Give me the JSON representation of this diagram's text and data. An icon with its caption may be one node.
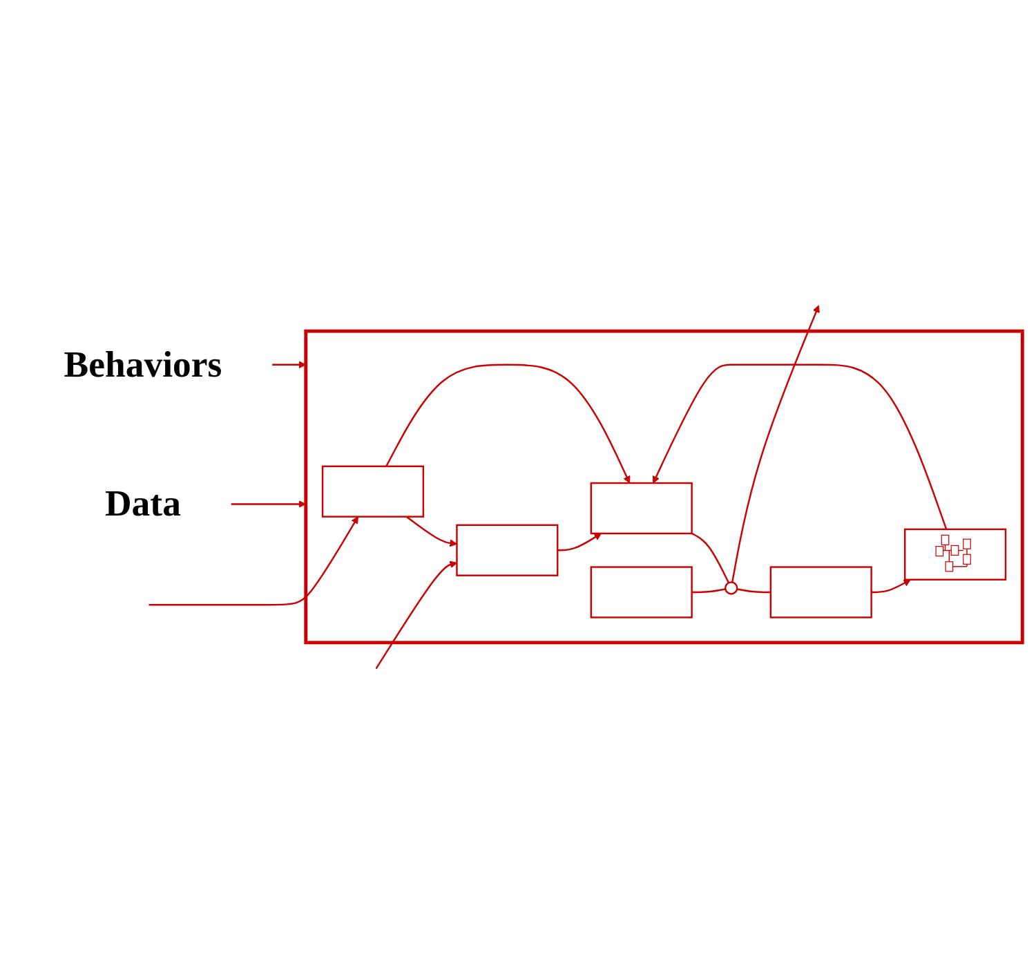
{
  "diagram": {
    "nodes": [
      {
        "text": [
          "Data"
        ]
      },
      {
        "text": [
          "Behaviors"
        ]
      },
      {
        "text": [],
        "shape": "box"
      },
      {
        "text": [],
        "shape": "box",
        "in": 2
      },
      {
        "text": [],
        "shape": "box",
        "in": 2
      },
      {
        "text": [],
        "shape": "box",
        "in": 2
      },
      {
        "text": [],
        "shape": "box",
        "in": 2
      },
      {
        "text": [],
        "shape": "box",
        "in": 2
      },
      {
        "text": [],
        "shape": "picture",
        "in": 2
      },
      {
        "text": [],
        "shape": "circle",
        "in": 2
      }
    ],
    "edges": [
      {
        "from": 0,
        "to": 2,
        "arrow": "to"
      },
      {
        "from": 1,
        "to": 2,
        "arrow": "to"
      },
      {
        "from": null,
        "to": 3,
        "arrow": "to"
      },
      {
        "from": null,
        "to": 4,
        "arrow": "to"
      },
      {
        "from": 3,
        "to": 4,
        "arrow": "to"
      },
      {
        "from": 3,
        "to": 5,
        "arrow": "to"
      },
      {
        "from": 4,
        "to": 5,
        "arrow": "to"
      },
      {
        "from": 8,
        "to": 5,
        "arrow": "to"
      },
      {
        "from": 5,
        "to": 9,
        "arrow": "none"
      },
      {
        "from": 6,
        "to": 9,
        "arrow": "none"
      },
      {
        "from": 9,
        "to": 7,
        "arrow": "none"
      },
      {
        "from": 7,
        "to": 8,
        "arrow": "to"
      },
      {
        "from": 9,
        "to": null,
        "arrow": "to"
      }
    ]
  }
}
